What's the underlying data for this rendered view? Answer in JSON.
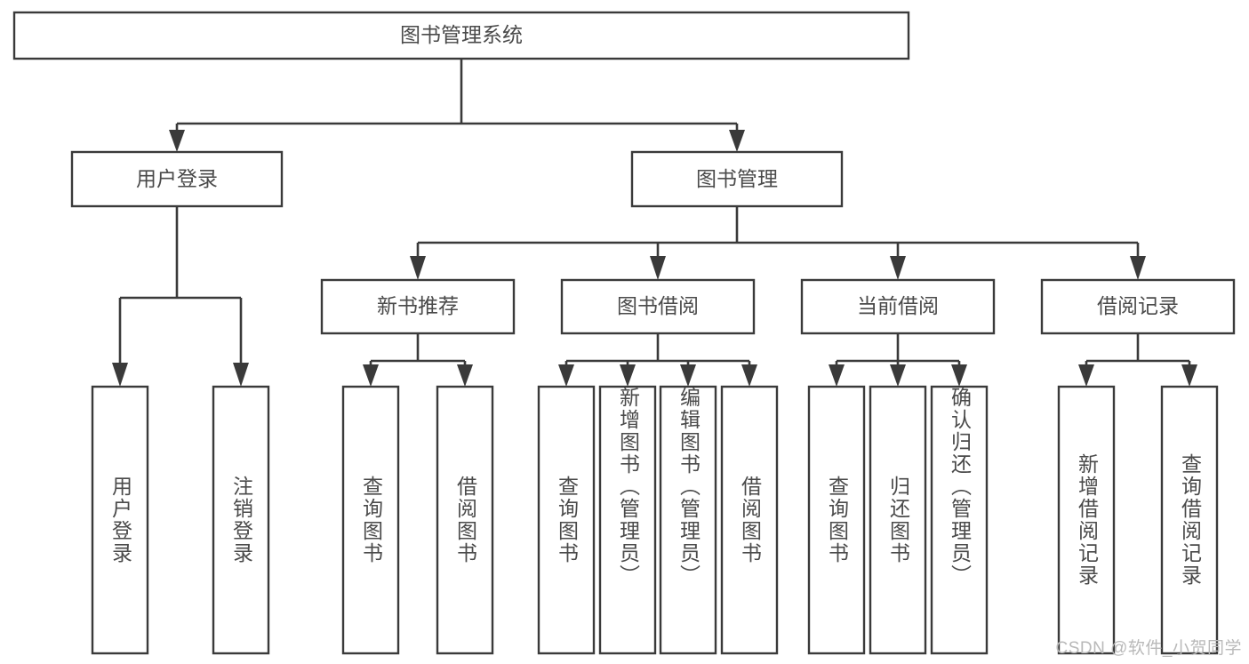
{
  "diagram": {
    "title": "图书管理系统",
    "type": "tree-hierarchy-chart",
    "watermark": "CSDN @软件_小贺同学",
    "colors": {
      "stroke": "#3a3a3a",
      "text": "#4a4a4a",
      "background": "#ffffff",
      "watermark": "#b9b9b9"
    },
    "nodes": {
      "root": {
        "label": "图书管理系统"
      },
      "level2": [
        {
          "label": "用户登录"
        },
        {
          "label": "图书管理"
        }
      ],
      "level3": [
        {
          "label": "新书推荐"
        },
        {
          "label": "图书借阅"
        },
        {
          "label": "当前借阅"
        },
        {
          "label": "借阅记录"
        }
      ],
      "leaves": {
        "user_login": [
          {
            "label": "用户登录"
          },
          {
            "label": "注销登录"
          }
        ],
        "new_book_recommend": [
          {
            "label": "查询图书"
          },
          {
            "label": "借阅图书"
          }
        ],
        "book_borrow": [
          {
            "label": "查询图书"
          },
          {
            "label": "新增图书（管理员）"
          },
          {
            "label": "编辑图书（管理员）"
          },
          {
            "label": "借阅图书"
          }
        ],
        "current_borrow": [
          {
            "label": "查询图书"
          },
          {
            "label": "归还图书"
          },
          {
            "label": "确认归还（管理员）"
          }
        ],
        "borrow_record": [
          {
            "label": "新增借阅记录"
          },
          {
            "label": "查询借阅记录"
          }
        ]
      }
    }
  }
}
